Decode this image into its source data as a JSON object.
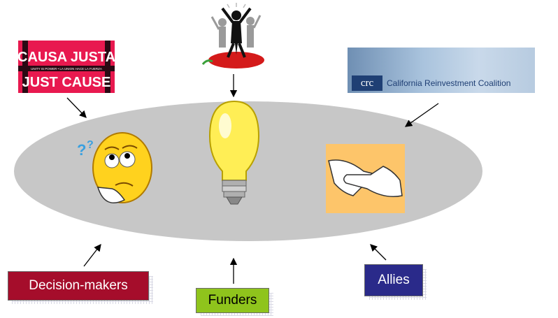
{
  "logos": {
    "causa_justa": {
      "line1": "CAUSA JUSTA",
      "tagline": "UNITY IS POWER  •  LA UNION HACE LA FUERZA",
      "line2": "JUST CAUSE"
    },
    "crc": {
      "abbr": "crc",
      "name": "California Reinvestment Coalition"
    }
  },
  "center_icons": [
    "thinking-face-icon",
    "lightbulb-icon",
    "handshake-icon"
  ],
  "top_icon": "cheering-crowd-icon",
  "labels": {
    "decision_makers": {
      "text": "Decision-makers",
      "color": "#a50d2b"
    },
    "funders": {
      "text": "Funders",
      "color": "#8fc41c"
    },
    "allies": {
      "text": "Allies",
      "color": "#2a2a8a"
    }
  },
  "colors": {
    "ellipse": "#c7c7c7",
    "arrow": "#000000"
  }
}
